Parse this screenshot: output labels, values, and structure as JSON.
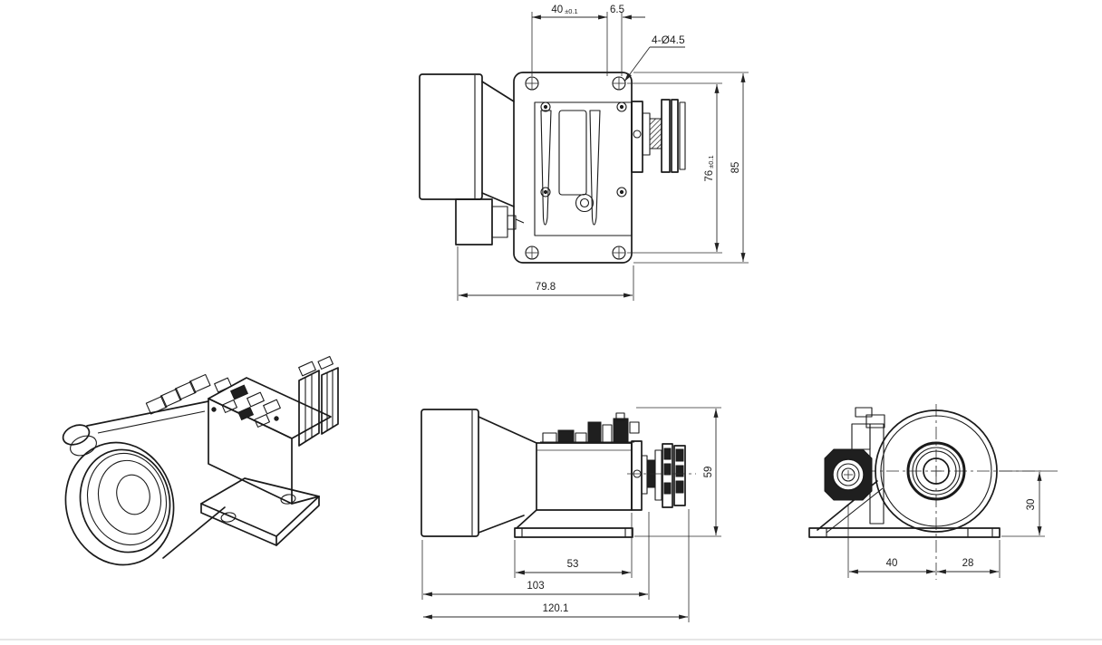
{
  "drawing": {
    "description": "Three-view engineering drawing of a compact thermal camera module with lens hood, mounting plate and rear connector, plus isometric pictorial view",
    "colors": {
      "line": "#1a1a1a",
      "dimension_line": "#2b2b2b",
      "background": "#ffffff",
      "bottom_divider": "#e6e6e6"
    },
    "views": {
      "top": {
        "dims": {
          "hole_span_h_value": "40",
          "hole_span_h_tol": "±0.1",
          "edge_offset": "6.5",
          "hole_callout": "4-Ø4.5",
          "hole_span_v_value": "76",
          "hole_span_v_tol": "±0.1",
          "plate_height": "85",
          "body_depth": "79.8"
        }
      },
      "side": {
        "dims": {
          "height": "59",
          "base_length": "53",
          "body_length": "103",
          "overall_length": "120.1"
        }
      },
      "front": {
        "dims": {
          "center_height": "30",
          "left_span": "40",
          "right_span": "28"
        }
      }
    }
  }
}
